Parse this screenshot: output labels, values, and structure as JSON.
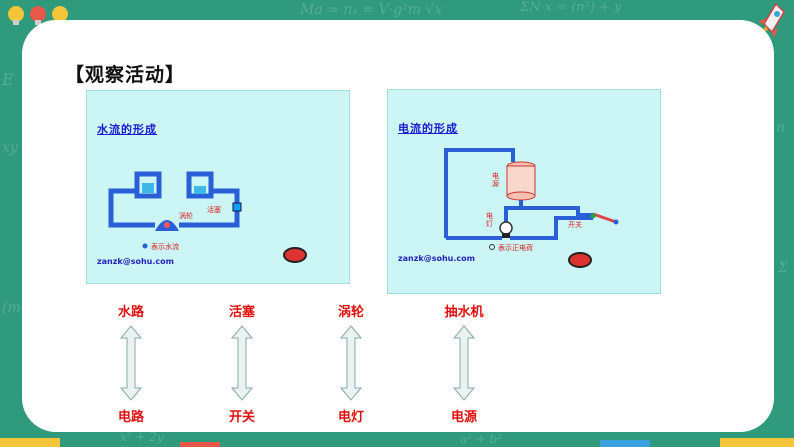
{
  "title": "【观察活动】",
  "panels": {
    "water": {
      "title": "水流的形成",
      "url": "zanzk@sohu.com",
      "legend": "表示水流",
      "labels": [
        "涡轮",
        "活塞"
      ]
    },
    "electric": {
      "title": "电流的形成",
      "url": "zanzk@sohu.com",
      "legend": "表示正电荷",
      "labels": [
        "电源",
        "电灯",
        "开关"
      ]
    }
  },
  "pairs": [
    {
      "top": "水路",
      "bottom": "电路"
    },
    {
      "top": "活塞",
      "bottom": "开关"
    },
    {
      "top": "涡轮",
      "bottom": "电灯"
    },
    {
      "top": "抽水机",
      "bottom": "电源"
    }
  ],
  "colors": {
    "background": "#2f9a7c",
    "label_red": "#e01010",
    "panel_bg": "#ccf5f5",
    "pipe_blue": "#2a5fd8"
  },
  "icons": [
    "rocket-icon",
    "lightbulb-icon",
    "sound-icon"
  ]
}
